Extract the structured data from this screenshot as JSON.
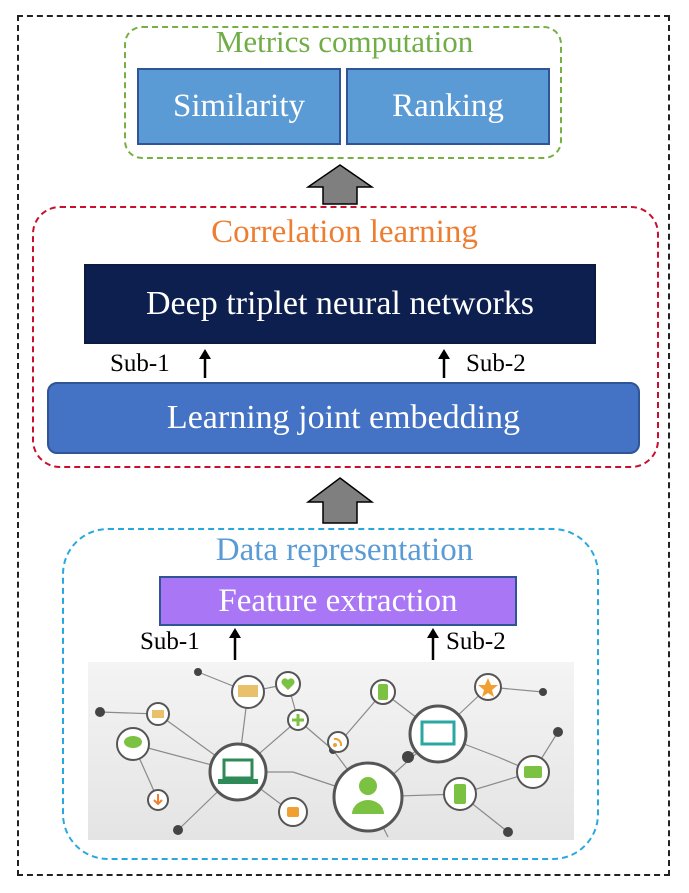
{
  "metrics": {
    "title": "Metrics computation",
    "similarity": "Similarity",
    "ranking": "Ranking",
    "border_color": "#70ad47",
    "box_color": "#5b9bd5"
  },
  "correlation": {
    "title": "Correlation learning",
    "deep": "Deep triplet neural networks",
    "joint": "Learning joint embedding",
    "sub1": "Sub-1",
    "sub2": "Sub-2",
    "border_color": "#c00000",
    "deep_color": "#0c1f4f",
    "joint_color": "#4472c4"
  },
  "data_rep": {
    "title": "Data representation",
    "feature": "Feature extraction",
    "sub1": "Sub-1",
    "sub2": "Sub-2",
    "border_color": "#29a8e0",
    "feature_color": "#a977f5",
    "image_icons": [
      "laptop-icon",
      "person-icon",
      "monitor-icon",
      "chat-bubble-icon",
      "heart-icon",
      "star-icon",
      "thumbs-up-icon",
      "rss-icon",
      "camera-icon",
      "phone-icon",
      "download-icon",
      "plus-icon"
    ]
  },
  "flow_arrow_color": "#7f7f7f"
}
